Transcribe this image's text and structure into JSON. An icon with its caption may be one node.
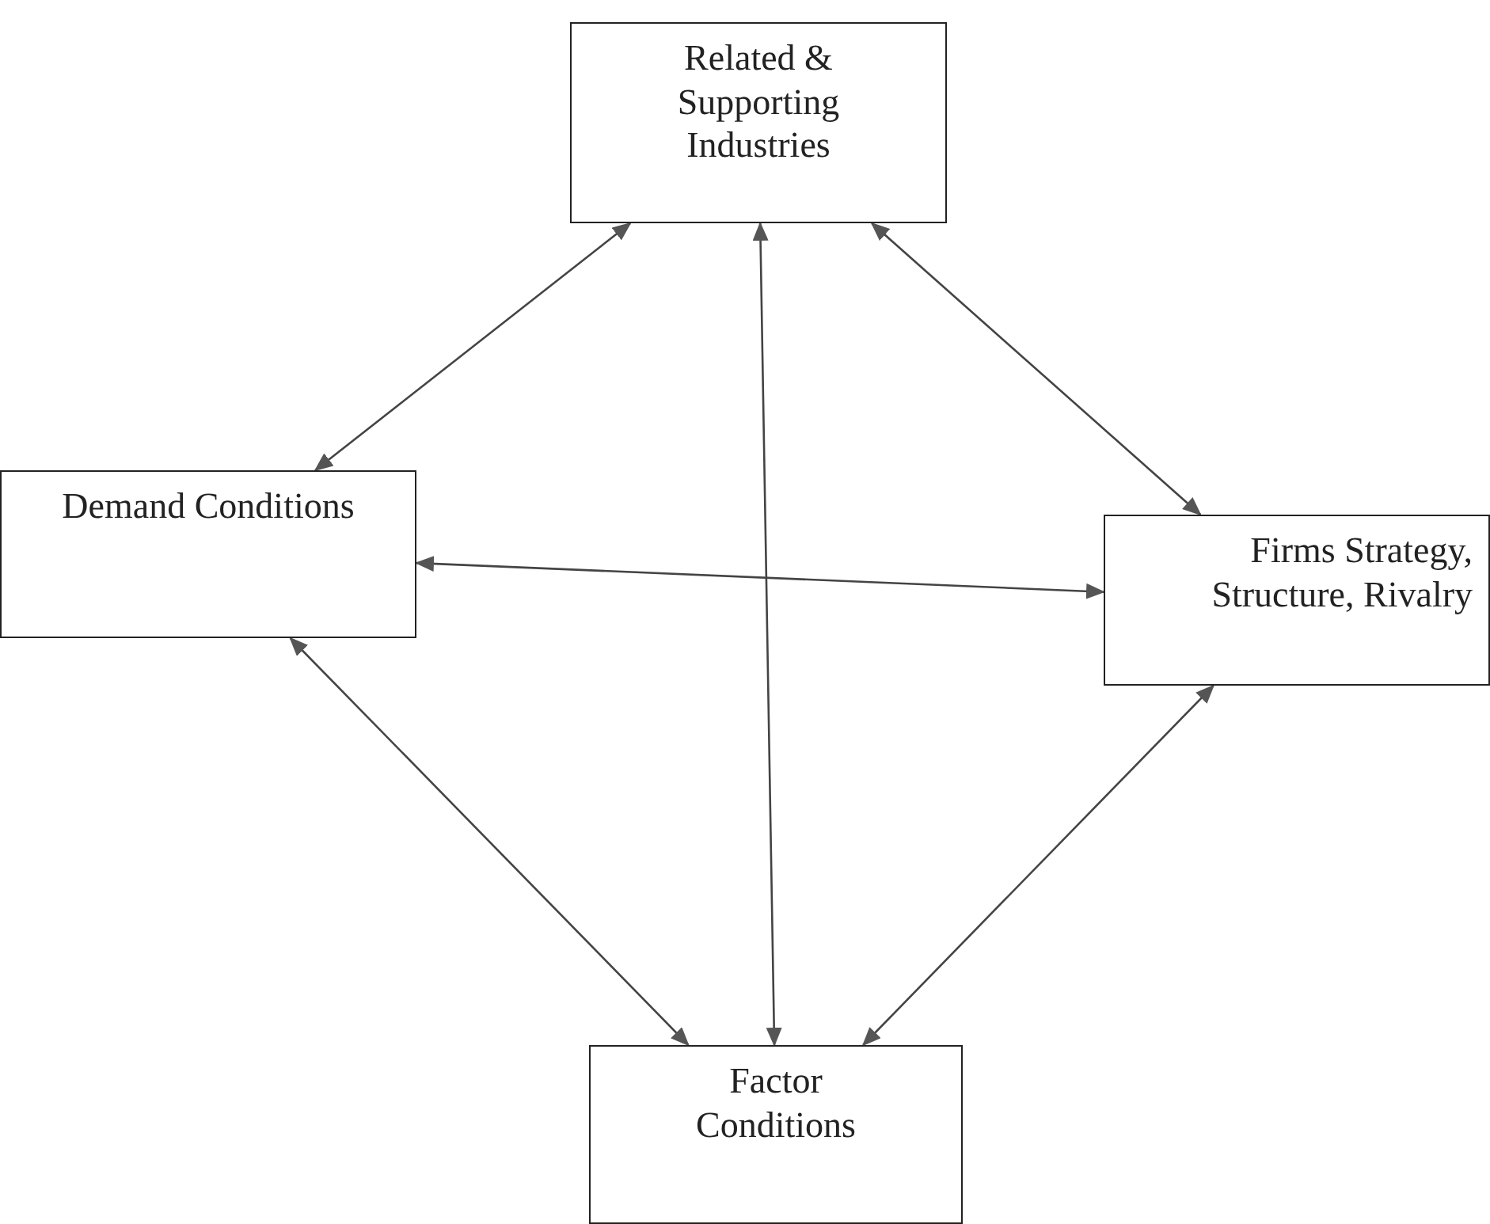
{
  "diagram": {
    "nodes": [
      {
        "text": [
          "Related & Supporting Industries"
        ]
      },
      {
        "text": [
          "Demand Conditions"
        ]
      },
      {
        "text": [
          "Firms Strategy, Structure, Rivalry"
        ]
      },
      {
        "text": [
          "Factor Conditions"
        ]
      }
    ],
    "edges": [
      {
        "from": 0,
        "to": 1,
        "arrow": "both"
      },
      {
        "from": 0,
        "to": 2,
        "arrow": "both"
      },
      {
        "from": 0,
        "to": 3,
        "arrow": "both"
      },
      {
        "from": 1,
        "to": 2,
        "arrow": "both"
      },
      {
        "from": 1,
        "to": 3,
        "arrow": "both"
      },
      {
        "from": 2,
        "to": 3,
        "arrow": "both"
      }
    ]
  }
}
